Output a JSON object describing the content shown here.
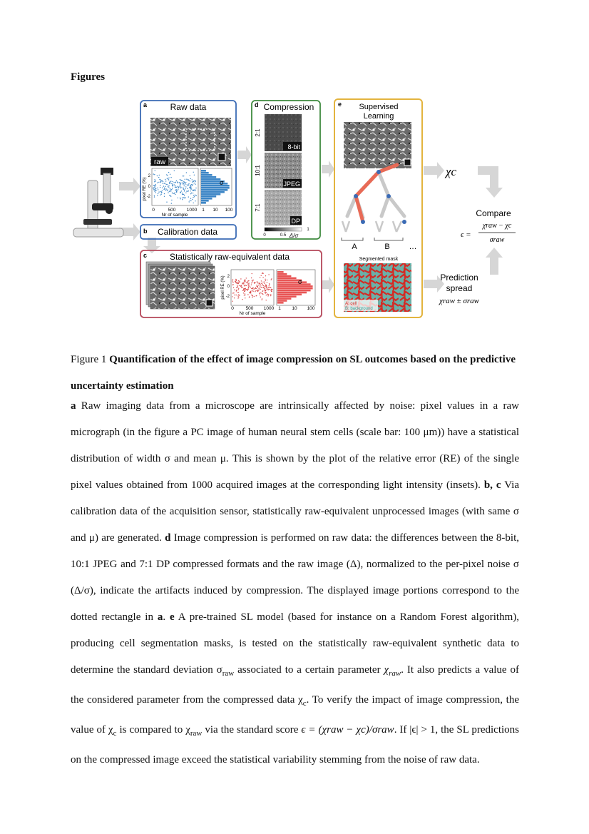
{
  "page_heading": "Figures",
  "figure": {
    "panel_a": {
      "letter": "a",
      "title": "Raw data",
      "raw_label": "raw",
      "sigma_label": "σ",
      "ylabel": "pixel RE (%)",
      "yticks": [
        "2",
        "0",
        "-2"
      ],
      "xlabel": "Nr of sample",
      "xticks": [
        "0",
        "500",
        "1000"
      ],
      "hist_ticks": [
        "1",
        "10",
        "100"
      ]
    },
    "panel_b": {
      "letter": "b",
      "title": "Calibration data"
    },
    "panel_c": {
      "letter": "c",
      "title": "Statistically raw-equivalent data",
      "sigma_label": "σ",
      "ylabel": "pixel RE (%)",
      "yticks": [
        "2",
        "0",
        "-2"
      ],
      "xlabel": "Nr of sample",
      "xticks": [
        "0",
        "500",
        "1000"
      ],
      "hist_ticks": [
        "1",
        "10",
        "100"
      ]
    },
    "panel_d": {
      "letter": "d",
      "title": "Compression",
      "ratios": [
        "2:1",
        "10:1",
        "7:1"
      ],
      "formats": [
        "8-bit",
        "JPEG",
        "DP"
      ],
      "scale_ticks": [
        "0",
        "0.5",
        "1"
      ],
      "scale_label": "Δ/σ"
    },
    "panel_e": {
      "letter": "e",
      "title_line1": "Supervised",
      "title_line2": "Learning",
      "class_a": "A",
      "class_b": "B",
      "ellipsis": "…",
      "mask_title": "Segmented mask",
      "legend_cell": "A: cell",
      "legend_bg": "B: background"
    },
    "chi_c": "χc",
    "compare_label": "Compare",
    "formula_lhs": "ϵ =",
    "formula_num": "χraw − χc",
    "formula_den": "σraw",
    "prediction_line1": "Prediction",
    "prediction_line2": "spread",
    "prediction_formula": "χraw ± σraw"
  },
  "caption": {
    "title_prefix": "Figure 1 ",
    "title_bold": "Quantification of the effect of image compression on SL outcomes based on the predictive uncertainty estimation",
    "p_a_label": "a",
    "p_a_text": " Raw imaging data from a microscope are intrinsically affected by noise: pixel values in a raw micrograph (in the figure a PC image of human neural stem cells (scale bar: 100 μm)) have a statistical distribution of width σ and mean μ. This is shown by the plot of the relative error (RE) of the single pixel values obtained from 1000 acquired images at the corresponding light intensity (insets). ",
    "p_bc_label": "b, c",
    "p_bc_text": " Via calibration data of the acquisition sensor, statistically raw-equivalent unprocessed images (with same σ and μ) are generated. ",
    "p_d_label": "d",
    "p_d_text": " Image compression is performed on raw data: the differences between the 8-bit, 10:1 JPEG and 7:1 DP compressed formats and the raw image (Δ), normalized to the per-pixel noise σ (Δ/σ), indicate the artifacts induced by compression. The displayed image portions correspond to the dotted rectangle in ",
    "p_d_ref": "a",
    "p_d_end": ". ",
    "p_e_label": "e",
    "p_e_text1": " A pre-trained SL model (based for instance on a Random Forest algorithm), producing cell segmentation masks, is tested on the statistically raw-equivalent synthetic data to determine the standard deviation σ",
    "sub_raw": "raw",
    "p_e_text2": " associated to a certain parameter ",
    "chi_raw_it": "χ",
    "p_e_text3": ". It also predicts a value of the considered parameter from the compressed data χ",
    "sub_c": "c",
    "p_e_text4": ". To verify the impact of image compression, the value of χ",
    "p_e_text5": " is compared to χ",
    "p_e_text6": " via the standard score ",
    "p_e_eps": "ϵ = (χraw − χc)/σraw",
    "p_e_text7": ". If |ϵ| > 1, the SL predictions on the compressed image exceed the statistical variability stemming from the noise of raw data."
  }
}
